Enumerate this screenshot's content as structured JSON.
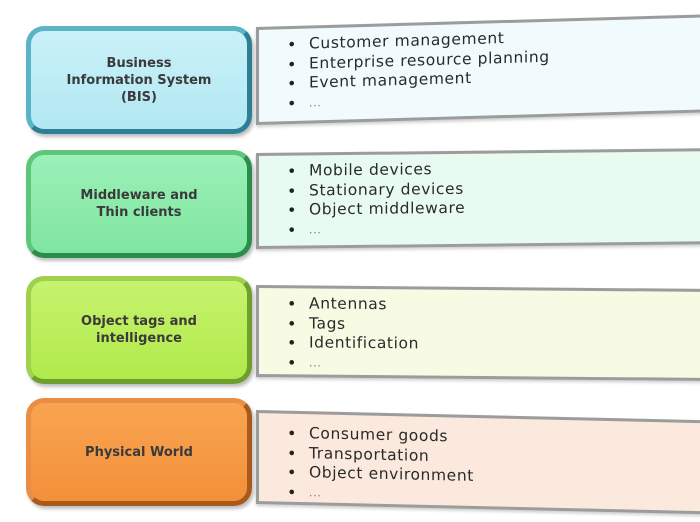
{
  "layers": [
    {
      "title": "Business\nInformation System\n(BIS)",
      "color": "#b3e8f3",
      "items": [
        "Customer management",
        "Enterprise resource planning",
        "Event management",
        "..."
      ]
    },
    {
      "title": "Middleware and\nThin clients",
      "color": "#7fe6a0",
      "items": [
        "Mobile devices",
        "Stationary devices",
        "Object middleware",
        "..."
      ]
    },
    {
      "title": "Object tags and\nintelligence",
      "color": "#b0ea4a",
      "items": [
        "Antennas",
        "Tags",
        "Identification",
        "..."
      ]
    },
    {
      "title": "Physical World",
      "color": "#f3903a",
      "items": [
        "Consumer goods",
        "Transportation",
        "Object environment",
        "..."
      ]
    }
  ]
}
